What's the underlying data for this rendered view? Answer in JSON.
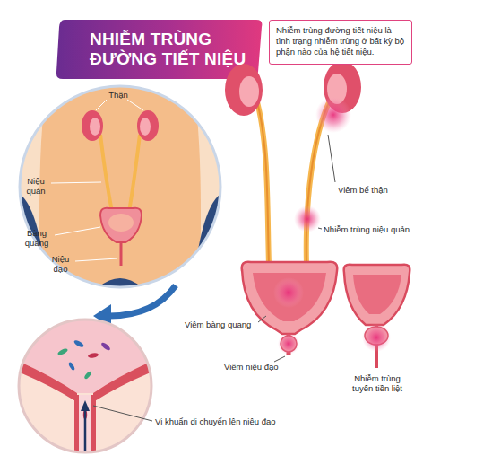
{
  "diagram": {
    "title": "NHIỄM TRÙNG ĐƯỜNG TIẾT NIỆU",
    "nodes": [
      {
        "text": [
          "Nhiễm trùng đường tiết niệu là tình trạng nhiễm trùng ở bất kỳ bộ phận nào của hệ tiết niệu."
        ]
      }
    ],
    "labels": [
      "Thận",
      "Niệu quản",
      "Bàng quang",
      "Niệu đạo",
      "Viêm bể thận",
      "Nhiễm trùng niệu quản",
      "Viêm bàng quang",
      "Viêm niệu đạo",
      "Nhiễm trùng tuyến tiền liệt",
      "Vi khuẩn di chuyển lên niệu đạo"
    ]
  }
}
